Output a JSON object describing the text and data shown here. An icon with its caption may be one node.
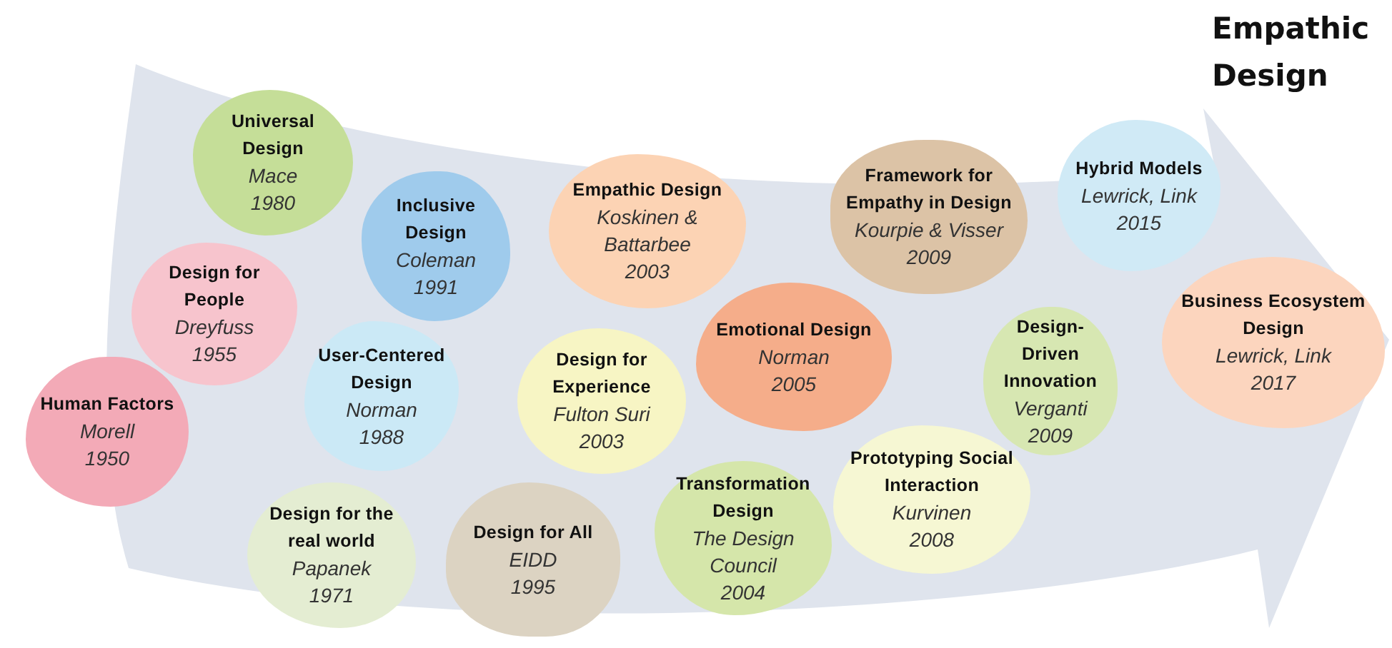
{
  "diagram": {
    "title": "Empathic Design",
    "nodes": [
      {
        "text": [
          "Human Factors",
          "Morell",
          "1950"
        ]
      },
      {
        "text": [
          "Design for People",
          "Dreyfuss",
          "1955"
        ]
      },
      {
        "text": [
          "Universal Design",
          "Mace",
          "1980"
        ]
      },
      {
        "text": [
          "Design for the real world",
          "Papanek",
          "1971"
        ]
      },
      {
        "text": [
          "User-Centered Design",
          "Norman",
          "1988"
        ]
      },
      {
        "text": [
          "Inclusive Design",
          "Coleman",
          "1991"
        ]
      },
      {
        "text": [
          "Design for All",
          "EIDD",
          "1995"
        ]
      },
      {
        "text": [
          "Design for Experience",
          "Fulton Suri",
          "2003"
        ]
      },
      {
        "text": [
          "Empathic Design",
          "Koskinen & Battarbee",
          "2003"
        ]
      },
      {
        "text": [
          "Transformation Design",
          "The Design Council",
          "2004"
        ]
      },
      {
        "text": [
          "Emotional Design",
          "Norman",
          "2005"
        ]
      },
      {
        "text": [
          "Framework for Empathy in Design",
          "Kourpie & Visser",
          "2009"
        ]
      },
      {
        "text": [
          "Prototyping Social Interaction",
          "Kurvinen",
          "2008"
        ]
      },
      {
        "text": [
          "Design-Driven Innovation",
          "Verganti",
          "2009"
        ]
      },
      {
        "text": [
          "Hybrid Models",
          "Lewrick, Link",
          "2015"
        ]
      },
      {
        "text": [
          "Business Ecosystem Design",
          "Lewrick, Link",
          "2017"
        ]
      }
    ],
    "edges": []
  }
}
